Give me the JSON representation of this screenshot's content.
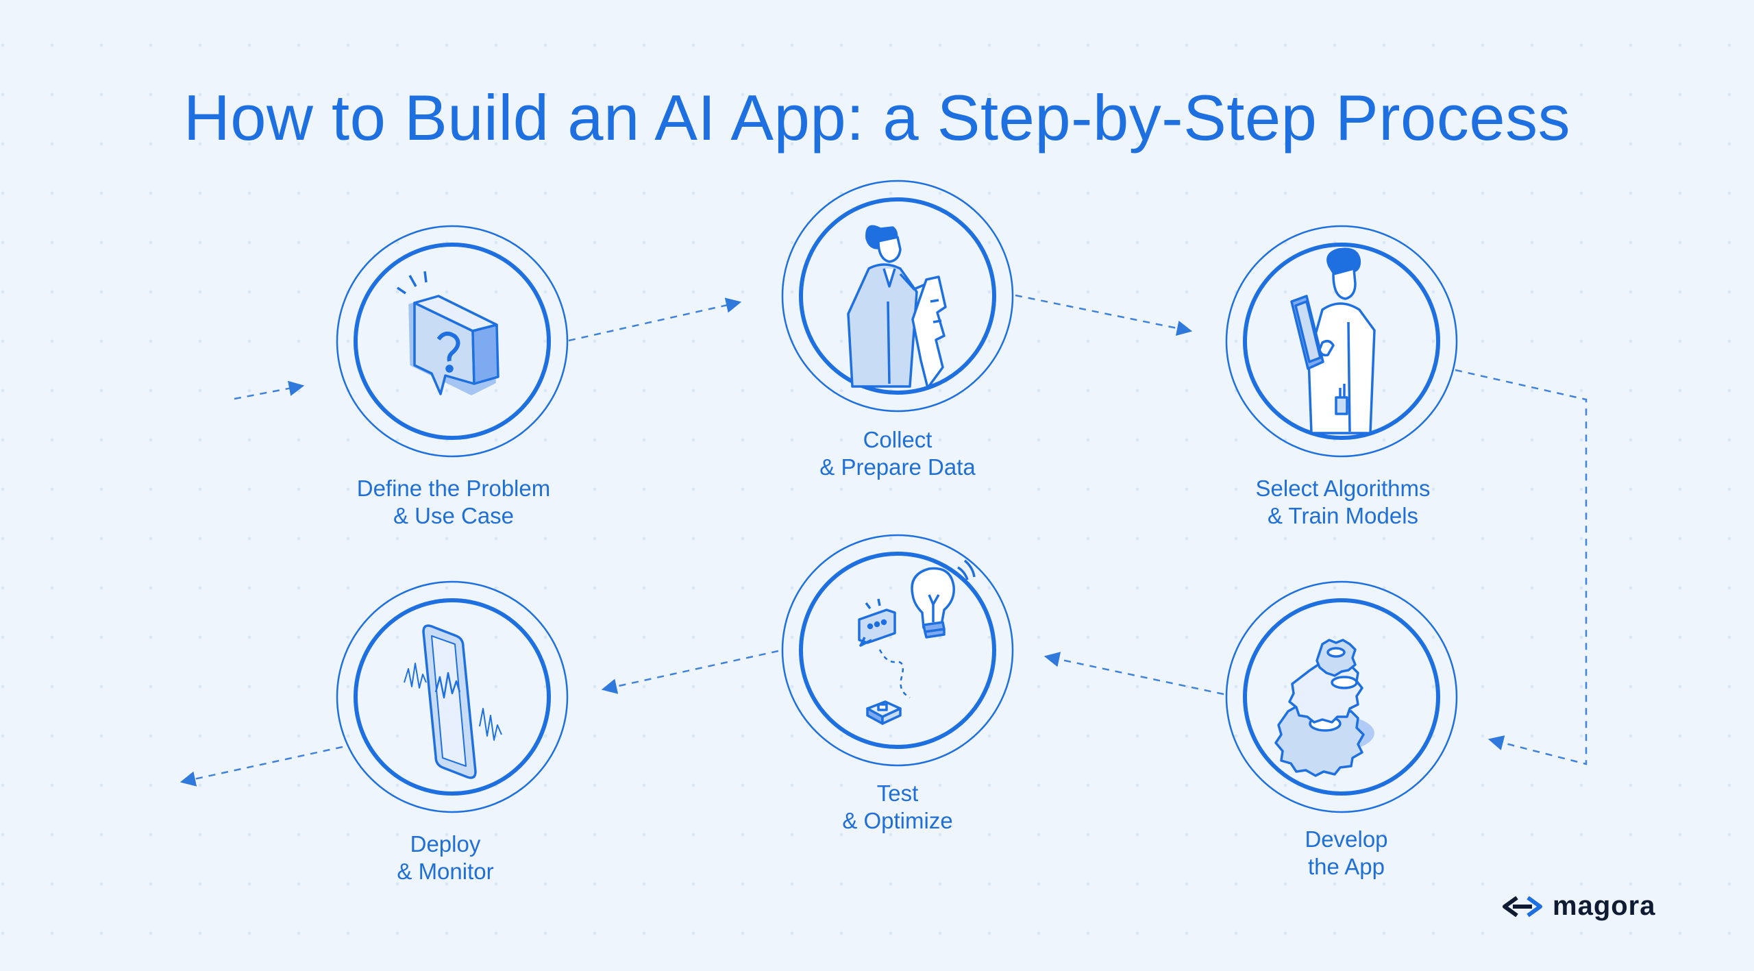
{
  "title": "How to Build an AI App: a Step-by-Step Process",
  "steps": [
    {
      "line1": "Define the Problem",
      "line2": "& Use Case",
      "icon": "question-bubble-icon"
    },
    {
      "line1": "Collect",
      "line2": "& Prepare Data",
      "icon": "person-with-receipt-icon"
    },
    {
      "line1": "Select Algorithms",
      "line2": "& Train Models",
      "icon": "scientist-with-tablet-icon"
    },
    {
      "line1": "Develop",
      "line2": "the App",
      "icon": "gears-icon"
    },
    {
      "line1": "Test",
      "line2": "& Optimize",
      "icon": "lightbulb-chip-icon"
    },
    {
      "line1": "Deploy",
      "line2": "& Monitor",
      "icon": "smartphone-signal-icon"
    }
  ],
  "brand": {
    "name": "magora",
    "icon": "magora-logo-icon"
  },
  "colors": {
    "accent": "#1e6fe0",
    "light_fill": "#c9dcf6",
    "background": "#eef5fd",
    "brand_text": "#0e1b33"
  }
}
